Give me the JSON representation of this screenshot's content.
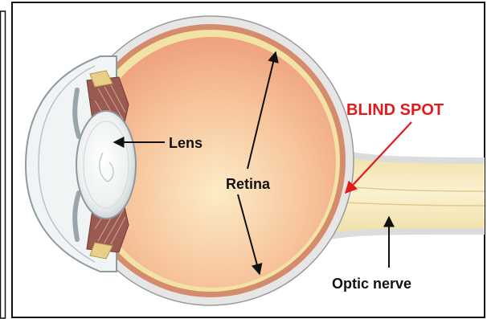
{
  "diagram": {
    "labels": {
      "lens": "Lens",
      "retina": "Retina",
      "blind_spot": "BLIND SPOT",
      "optic_nerve": "Optic nerve"
    },
    "colors": {
      "background": "#ffffff",
      "frame": "#111111",
      "sclera": "#e4e4e4",
      "choroid": "#cf8a6a",
      "retina_layer": "#f3e3a8",
      "vitreous_center": "#fbe4bf",
      "vitreous_edge": "#f0a27f",
      "optic_nerve": "#f6e8bd",
      "iris_ciliary": "#9a5a50",
      "lens": "#eef0f0",
      "cornea": "#f4f7f8",
      "annotation_text": "#111111",
      "blind_spot": "#e11b1b"
    }
  }
}
